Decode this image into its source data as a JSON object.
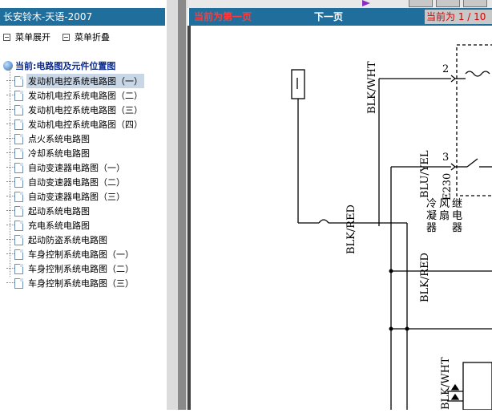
{
  "app": {
    "title": "长安铃木-天语-2007"
  },
  "menu": {
    "expand_label": "菜单展开",
    "collapse_label": "菜单折叠"
  },
  "tree": {
    "root_label": "当前:电路图及元件位置图",
    "items": [
      {
        "label": "发动机电控系统电路图（一）",
        "selected": true
      },
      {
        "label": "发动机电控系统电路图（二）"
      },
      {
        "label": "发动机电控系统电路图（三）"
      },
      {
        "label": "发动机电控系统电路图（四）"
      },
      {
        "label": "点火系统电路图"
      },
      {
        "label": "冷却系统电路图"
      },
      {
        "label": "自动变速器电路图（一）"
      },
      {
        "label": "自动变速器电路图（二）"
      },
      {
        "label": "自动变速器电路图（三）"
      },
      {
        "label": "起动系统电路图"
      },
      {
        "label": "充电系统电路图"
      },
      {
        "label": "起动防盗系统电路图"
      },
      {
        "label": "车身控制系统电路图（一）"
      },
      {
        "label": "车身控制系统电路图（二）"
      },
      {
        "label": "车身控制系统电路图（三）"
      }
    ]
  },
  "viewer": {
    "current_first_label": "当前为第一页",
    "next_page_label": "下一页",
    "page_indicator": "当前为 1 / 10"
  },
  "diagram": {
    "wire_labels": [
      "BLK/WHT",
      "BLU/YEL",
      "BLK/RED",
      "BLK/RED",
      "BLK/WHT"
    ],
    "connector_ref": "E230",
    "pin_numbers": [
      "2",
      "3"
    ],
    "component_label": "冷凝器风扇继电器"
  },
  "colors": {
    "title_bar": "#1f6e9c",
    "alert_text": "#ff3c3c",
    "selected_bg": "#c8d6e6"
  }
}
